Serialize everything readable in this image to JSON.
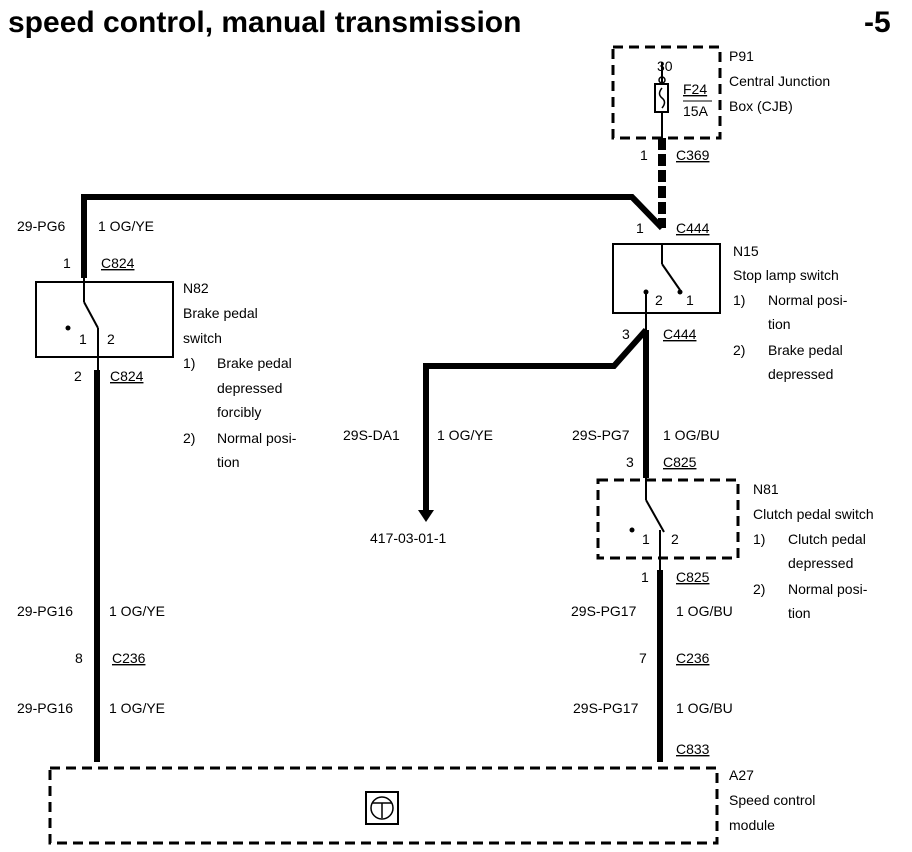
{
  "title": "speed control, manual transmission",
  "page": "-5",
  "components": {
    "p91": {
      "id": "P91",
      "name_l1": "Central Junction",
      "name_l2": "Box (CJB)",
      "terminal": "30",
      "fuse": "F24",
      "rating": "15A"
    },
    "n15": {
      "id": "N15",
      "name": "Stop lamp switch",
      "pin_left": "2",
      "pin_right": "1",
      "pos1_num": "1)",
      "pos1_l1": "Normal posi-",
      "pos1_l2": "tion",
      "pos2_num": "2)",
      "pos2_l1": "Brake pedal",
      "pos2_l2": "depressed"
    },
    "n82": {
      "id": "N82",
      "name_l1": "Brake pedal",
      "name_l2": "switch",
      "pin_left": "1",
      "pin_right": "2",
      "pos1_num": "1)",
      "pos1_l1": "Brake pedal",
      "pos1_l2": "depressed",
      "pos1_l3": "forcibly",
      "pos2_num": "2)",
      "pos2_l1": "Normal posi-",
      "pos2_l2": "tion"
    },
    "n81": {
      "id": "N81",
      "name": "Clutch pedal switch",
      "pin_left": "1",
      "pin_right": "2",
      "pos1_num": "1)",
      "pos1_l1": "Clutch pedal",
      "pos1_l2": "depressed",
      "pos2_num": "2)",
      "pos2_l1": "Normal posi-",
      "pos2_l2": "tion"
    },
    "a27": {
      "id": "A27",
      "name_l1": "Speed control",
      "name_l2": "module"
    }
  },
  "connectors": {
    "c369": {
      "pin": "1",
      "name": "C369"
    },
    "c444_top": {
      "pin": "1",
      "name": "C444"
    },
    "c444_bot": {
      "pin": "3",
      "name": "C444"
    },
    "c824_top": {
      "pin": "1",
      "name": "C824"
    },
    "c824_bot": {
      "pin": "2",
      "name": "C824"
    },
    "c825_top": {
      "pin": "3",
      "name": "C825"
    },
    "c825_bot": {
      "pin": "1",
      "name": "C825"
    },
    "c236_left": {
      "pin": "8",
      "name": "C236"
    },
    "c236_right": {
      "pin": "7",
      "name": "C236"
    },
    "c833": {
      "name": "C833"
    }
  },
  "wires": {
    "w_top_left": {
      "circuit": "29-PG6",
      "spec": "1 OG/YE"
    },
    "w_da1": {
      "circuit": "29S-DA1",
      "spec": "1  OG/YE"
    },
    "w_pg7": {
      "circuit": "29S-PG7",
      "spec": "1 OG/BU"
    },
    "w_pg16a": {
      "circuit": "29-PG16",
      "spec": "1 OG/YE"
    },
    "w_pg16b": {
      "circuit": "29-PG16",
      "spec": "1 OG/YE"
    },
    "w_pg17a": {
      "circuit": "29S-PG17",
      "spec": "1 OG/BU"
    },
    "w_pg17b": {
      "circuit": "29S-PG17",
      "spec": "1  OG/BU"
    }
  },
  "reference": "417-03-01-1"
}
